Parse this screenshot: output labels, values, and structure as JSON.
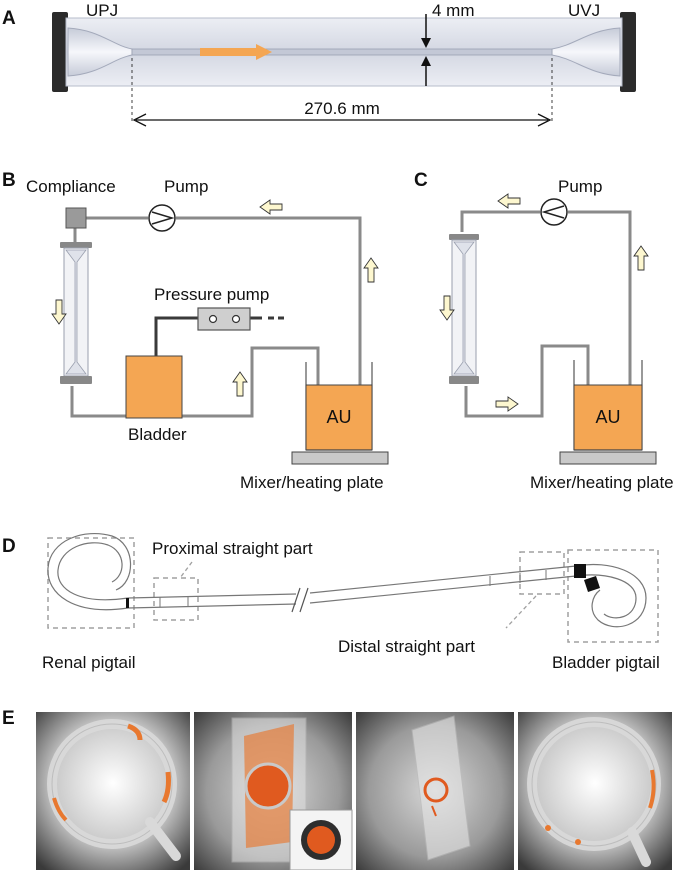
{
  "panelA": {
    "letter": "A",
    "upj": "UPJ",
    "uvj": "UVJ",
    "diameter": "4 mm",
    "length": "270.6 mm"
  },
  "panelB": {
    "letter": "B",
    "compliance": "Compliance",
    "pump": "Pump",
    "pressure_pump": "Pressure pump",
    "bladder": "Bladder",
    "au": "AU",
    "plate": "Mixer/heating plate"
  },
  "panelC": {
    "letter": "C",
    "pump": "Pump",
    "au": "AU",
    "plate": "Mixer/heating plate"
  },
  "panelD": {
    "letter": "D",
    "proximal": "Proximal straight part",
    "distal": "Distal straight part",
    "renal": "Renal pigtail",
    "bladder": "Bladder pigtail"
  },
  "panelE": {
    "letter": "E"
  },
  "colors": {
    "accent_orange": "#f4a653",
    "tube_gray": "#8a8a8a",
    "arrow_fill": "#fdf7cf",
    "dashed_gray": "#a0a0a0",
    "dark_cap": "#2b2b2b"
  }
}
